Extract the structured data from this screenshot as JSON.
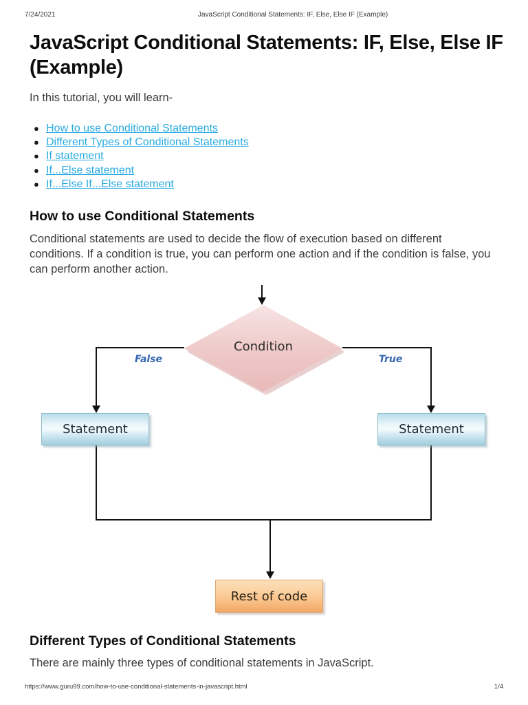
{
  "print_header": {
    "date": "7/24/2021",
    "doc_title": "JavaScript Conditional Statements: IF, Else, Else IF (Example)"
  },
  "print_footer": {
    "url": "https://www.guru99.com/how-to-use-conditional-statements-in-javascript.html",
    "page_number": "1/4"
  },
  "article": {
    "title": "JavaScript Conditional Statements: IF, Else, Else IF (Example)",
    "intro": "In this tutorial, you will learn-",
    "toc_links": [
      {
        "label": "How to use Conditional Statements"
      },
      {
        "label": "Different Types of Conditional Statements"
      },
      {
        "label": "If statement"
      },
      {
        "label": "If...Else statement"
      },
      {
        "label": "If...Else If...Else statement"
      }
    ],
    "sections": [
      {
        "heading": "How to use Conditional Statements",
        "body": "Conditional statements are used to decide the flow of execution based on different conditions. If a condition is true, you can perform one action and if the condition is false, you can perform another action."
      },
      {
        "heading": "Different Types of Conditional Statements",
        "body": "There are mainly three types of conditional statements in JavaScript."
      }
    ]
  },
  "flowchart": {
    "condition_label": "Condition",
    "false_label": "False",
    "true_label": "True",
    "statement_left_label": "Statement",
    "statement_right_label": "Statement",
    "rest_of_code_label": "Rest of code",
    "colors": {
      "link": "#29abe2",
      "diamond_fill": "#eec6c6",
      "statement_fill": "#b9dde9",
      "rest_fill": "#f8bd82",
      "branch_label": "#3465b1",
      "connector": "#111111"
    }
  }
}
